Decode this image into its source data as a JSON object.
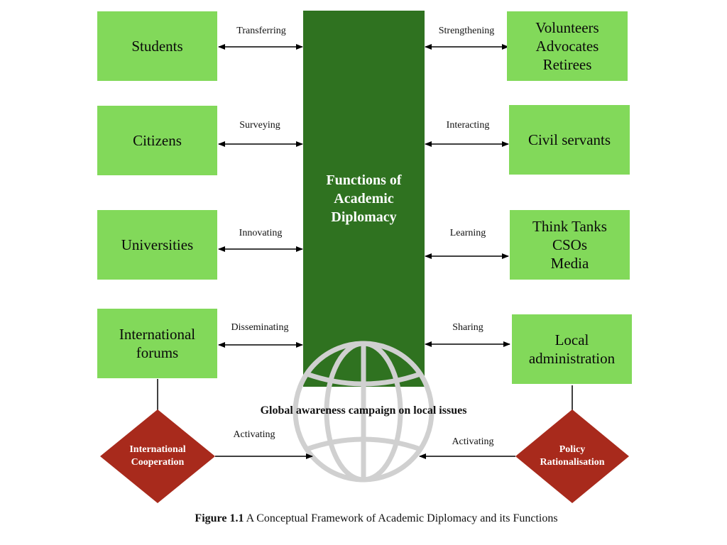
{
  "center": {
    "title": "Functions of\nAcademic\nDiplomacy"
  },
  "left_boxes": [
    {
      "text": "Students",
      "arrow_label": "Transferring"
    },
    {
      "text": "Citizens",
      "arrow_label": "Surveying"
    },
    {
      "text": "Universities",
      "arrow_label": "Innovating"
    },
    {
      "text": "International\nforums",
      "arrow_label": "Disseminating"
    }
  ],
  "right_boxes": [
    {
      "text": "Volunteers\nAdvocates\nRetirees",
      "arrow_label": "Strengthening"
    },
    {
      "text": "Civil servants",
      "arrow_label": "Interacting"
    },
    {
      "text": "Think Tanks\nCSOs\nMedia",
      "arrow_label": "Learning"
    },
    {
      "text": "Local\nadministration",
      "arrow_label": "Sharing"
    }
  ],
  "diamonds": {
    "left": {
      "text": "International\nCooperation",
      "arrow_label": "Activating"
    },
    "right": {
      "text": "Policy\nRationalisation",
      "arrow_label": "Activating"
    }
  },
  "campaign_text": "Global awareness campaign on local issues",
  "caption": {
    "prefix": "Figure 1.1",
    "text": " A Conceptual Framework of Academic Diplomacy and its Functions"
  },
  "colors": {
    "box": "#82d95a",
    "center": "#2f7220",
    "diamond": "#a82a1c",
    "globe": "#d0d0d0"
  },
  "icons": {
    "globe": "globe-icon"
  }
}
